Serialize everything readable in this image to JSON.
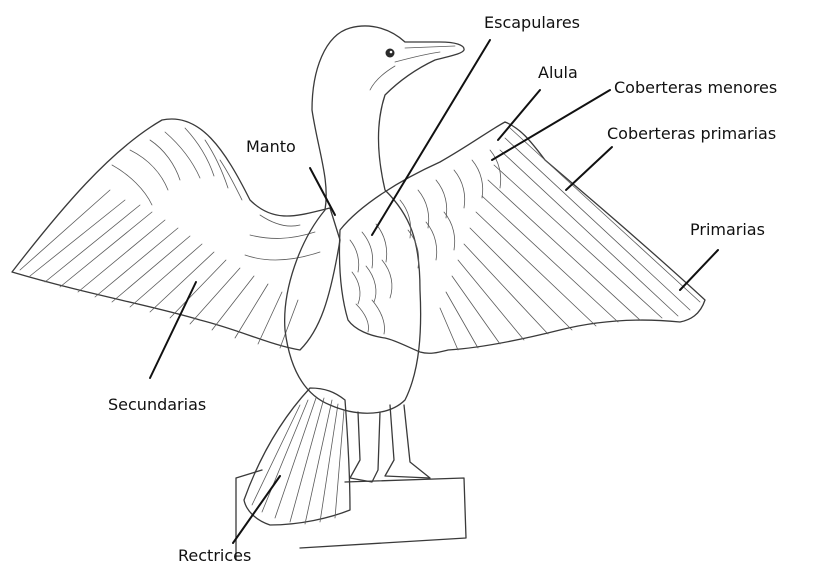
{
  "labels": {
    "escapulares": "Escapulares",
    "alula": "Alula",
    "coberteras_menores": "Coberteras menores",
    "manto": "Manto",
    "coberteras_primarias": "Coberteras primarias",
    "primarias": "Primarias",
    "secundarias": "Secundarias",
    "rectrices": "Rectrices"
  }
}
